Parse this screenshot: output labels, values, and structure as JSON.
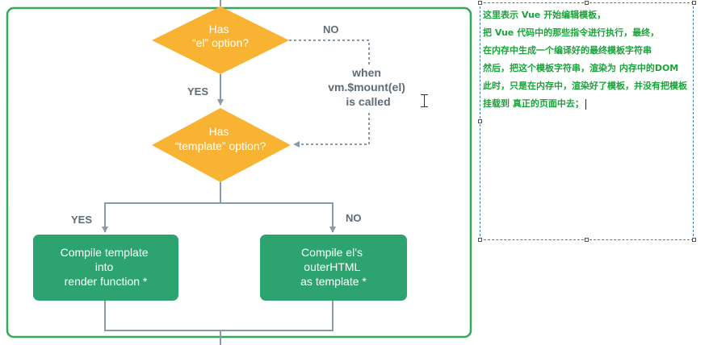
{
  "flowchart": {
    "decisions": {
      "has_el": {
        "lines": [
          "Has",
          "“el” option?"
        ]
      },
      "has_template": {
        "lines": [
          "Has",
          "“template” option?"
        ]
      }
    },
    "labels": {
      "no_top": "NO",
      "yes_middle": "YES",
      "yes_left": "YES",
      "no_right": "NO"
    },
    "mount_note": [
      "when",
      "vm.$mount(el)",
      "is called"
    ],
    "boxes": {
      "compile_template": [
        "Compile template",
        "into",
        "render function *"
      ],
      "compile_el": [
        "Compile el’s",
        "outerHTML",
        "as template *"
      ]
    }
  },
  "note": {
    "lines": [
      "这里表示 Vue 开始编辑模板，",
      "把 Vue 代码中的那些指令进行执行，最终，",
      "在内存中生成一个编译好的最终模板字符串",
      "然后，把这个模板字符串，渲染为 内存中的DOM",
      "此时，只是在内存中，渲染好了模板，并没有把模板",
      "挂载到 真正的页面中去；"
    ]
  },
  "colors": {
    "panel_border": "#34a85c",
    "decision_fill": "#f8b333",
    "process_fill": "#2da36f",
    "connector": "#8a9aa8",
    "label_text": "#5e6b78",
    "note_text": "#1aa33a",
    "selection_border": "#3d7ab8"
  }
}
